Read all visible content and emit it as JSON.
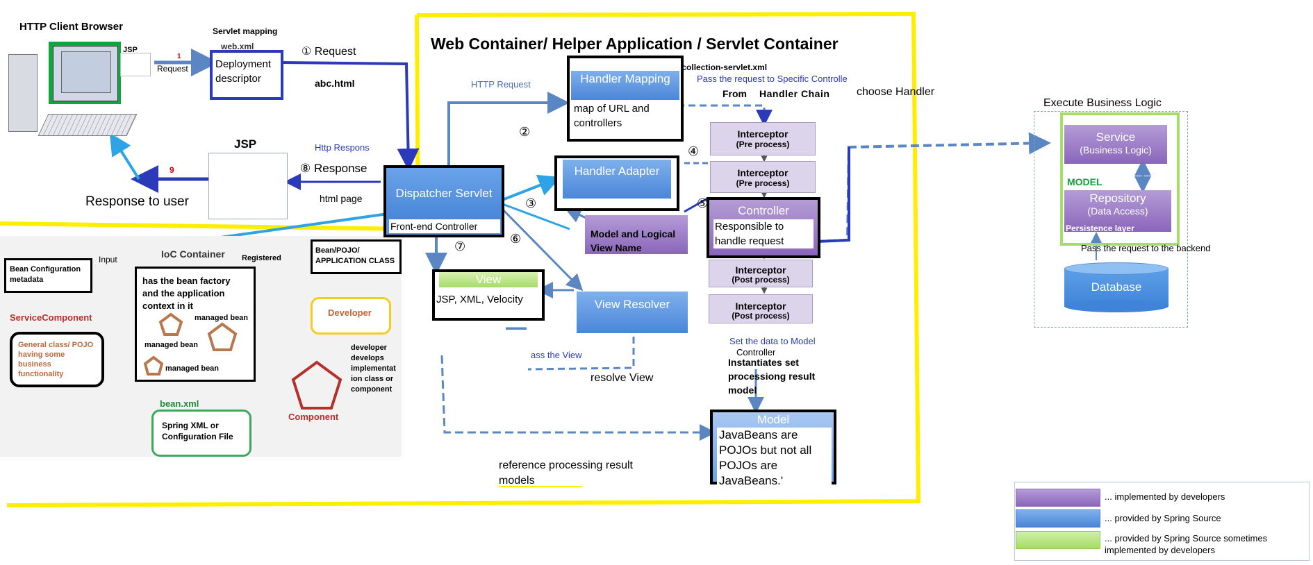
{
  "left": {
    "client_title": "HTTP Client Browser",
    "jsp_small": "JSP",
    "req_num": "1",
    "req_small": "Request",
    "servlet_mapping": "Servlet mapping",
    "webxml": "web.xml",
    "deployment": "Deployment descriptor",
    "request_label": "① Request",
    "abc": "abc.html",
    "jsp_title": "JSP",
    "http_response": "Http Respons",
    "response_label": "⑧ Response",
    "html_page": "html page",
    "nine": "9",
    "response_user": "Response to user"
  },
  "ioc": {
    "title": "IoC Container",
    "input": "Input",
    "registered": "Registered",
    "bean_config": "Bean Configuration metadata",
    "bean_pojo": "Bean/POJO/ APPLICATION CLASS",
    "context": "has the bean factory and the application context in it",
    "managed1": "managed bean",
    "managed2": "managed bean",
    "managed3": "managed bean",
    "service_component": "ServiceComponent",
    "general_class": "General class/ POJO having some business functionality",
    "developer": "Developer",
    "developer_note": "developer develops implementat ion class or component",
    "component": "Component",
    "bean_xml": "bean.xml",
    "spring_xml": "Spring XML or Configuration File"
  },
  "container": {
    "title": "Web Container/ Helper Application / Servlet Container",
    "request_mapping": "Request Mapping use : karscollection-servlet.xml",
    "http_request": "HTTP Request",
    "handler_mapping": "Handler Mapping",
    "hm_desc": "map of URL and controllers",
    "pass_specific": "Pass the request to Specific Controlle",
    "from": "From",
    "handler_chain": "Handler Chain",
    "choose_handler": "choose Handler",
    "n2": "②",
    "n3": "③",
    "n4": "④",
    "n5": "⑤",
    "n6": "⑥",
    "n7": "⑦",
    "dispatcher": "Dispatcher Servlet",
    "front_end": "Front-end Controller",
    "handler_adapter": "Handler Adapter",
    "model_view_name": "Model and Logical View Name",
    "interceptor": "Interceptor",
    "pre": "(Pre process)",
    "post": "(Post process)",
    "controller": "Controller",
    "controller_desc": "Responsible to handle request",
    "view": "View",
    "view_desc": "JSP, XML, Velocity",
    "view_resolver": "View Resolver",
    "pass_view": "ass the View",
    "resolve_view": "resolve View",
    "set_data": "Set the data to Model",
    "controller_small": "Controller",
    "instantiates": "Instantiates set processiong result model",
    "model": "Model",
    "model_desc": "JavaBeans are POJOs but not all POJOs are JavaBeans.'",
    "reference": "reference processing result models"
  },
  "right": {
    "execute": "Execute Business Logic",
    "service": "Service",
    "service_sub": "(Business Logic)",
    "model_label": "MODEL",
    "repository": "Repository",
    "repository_sub": "(Data Access)",
    "persistence": "Persistence layer",
    "pass_backend": "Pass the request to the backend",
    "database": "Database"
  },
  "legend": {
    "items": [
      {
        "label": "... implemented by developers",
        "color": "#9a7cc8"
      },
      {
        "label": "... provided by Spring Source",
        "color": "#5b93dd"
      },
      {
        "label": "... provided by Spring Source sometimes implemented by developers",
        "color": "#a6dc6a"
      }
    ]
  },
  "colors": {
    "yellow": "#ffee00",
    "navy": "#2a3ab8",
    "lightblue": "#2ea3e6",
    "steel": "#5b86c4",
    "maroon": "#8b1a1a",
    "red": "#e01010",
    "green_border": "#7fcf3a"
  }
}
